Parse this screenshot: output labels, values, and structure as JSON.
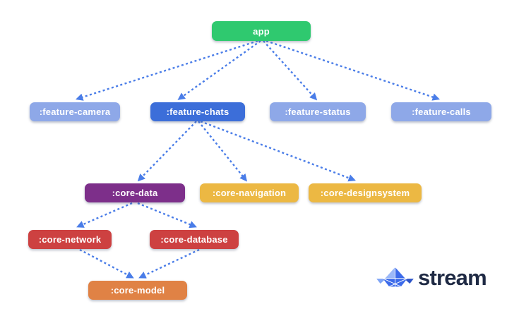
{
  "diagram": {
    "edge_color": "#4a7de8",
    "nodes": [
      {
        "id": "app",
        "label": "app",
        "color": "#2fc96f"
      },
      {
        "id": "feature-camera",
        "label": ":feature-camera",
        "color": "#8ea8e8"
      },
      {
        "id": "feature-chats",
        "label": ":feature-chats",
        "color": "#3c6ed9"
      },
      {
        "id": "feature-status",
        "label": ":feature-status",
        "color": "#8ea8e8"
      },
      {
        "id": "feature-calls",
        "label": ":feature-calls",
        "color": "#8ea8e8"
      },
      {
        "id": "core-data",
        "label": ":core-data",
        "color": "#7d2f8a"
      },
      {
        "id": "core-navigation",
        "label": ":core-navigation",
        "color": "#ecb843"
      },
      {
        "id": "core-designsystem",
        "label": ":core-designsystem",
        "color": "#ecb843"
      },
      {
        "id": "core-network",
        "label": ":core-network",
        "color": "#cd4141"
      },
      {
        "id": "core-database",
        "label": ":core-database",
        "color": "#cd4141"
      },
      {
        "id": "core-model",
        "label": ":core-model",
        "color": "#e08245"
      }
    ],
    "edges": [
      {
        "from": "app",
        "to": "feature-camera"
      },
      {
        "from": "app",
        "to": "feature-chats"
      },
      {
        "from": "app",
        "to": "feature-status"
      },
      {
        "from": "app",
        "to": "feature-calls"
      },
      {
        "from": "feature-chats",
        "to": "core-data"
      },
      {
        "from": "feature-chats",
        "to": "core-navigation"
      },
      {
        "from": "feature-chats",
        "to": "core-designsystem"
      },
      {
        "from": "core-data",
        "to": "core-network"
      },
      {
        "from": "core-data",
        "to": "core-database"
      },
      {
        "from": "core-network",
        "to": "core-model"
      },
      {
        "from": "core-database",
        "to": "core-model"
      }
    ]
  },
  "logo": {
    "wordmark": "stream",
    "icon": "paper-boat-icon",
    "wordmark_color": "#1f2a44",
    "icon_color": "#3d6bea"
  }
}
